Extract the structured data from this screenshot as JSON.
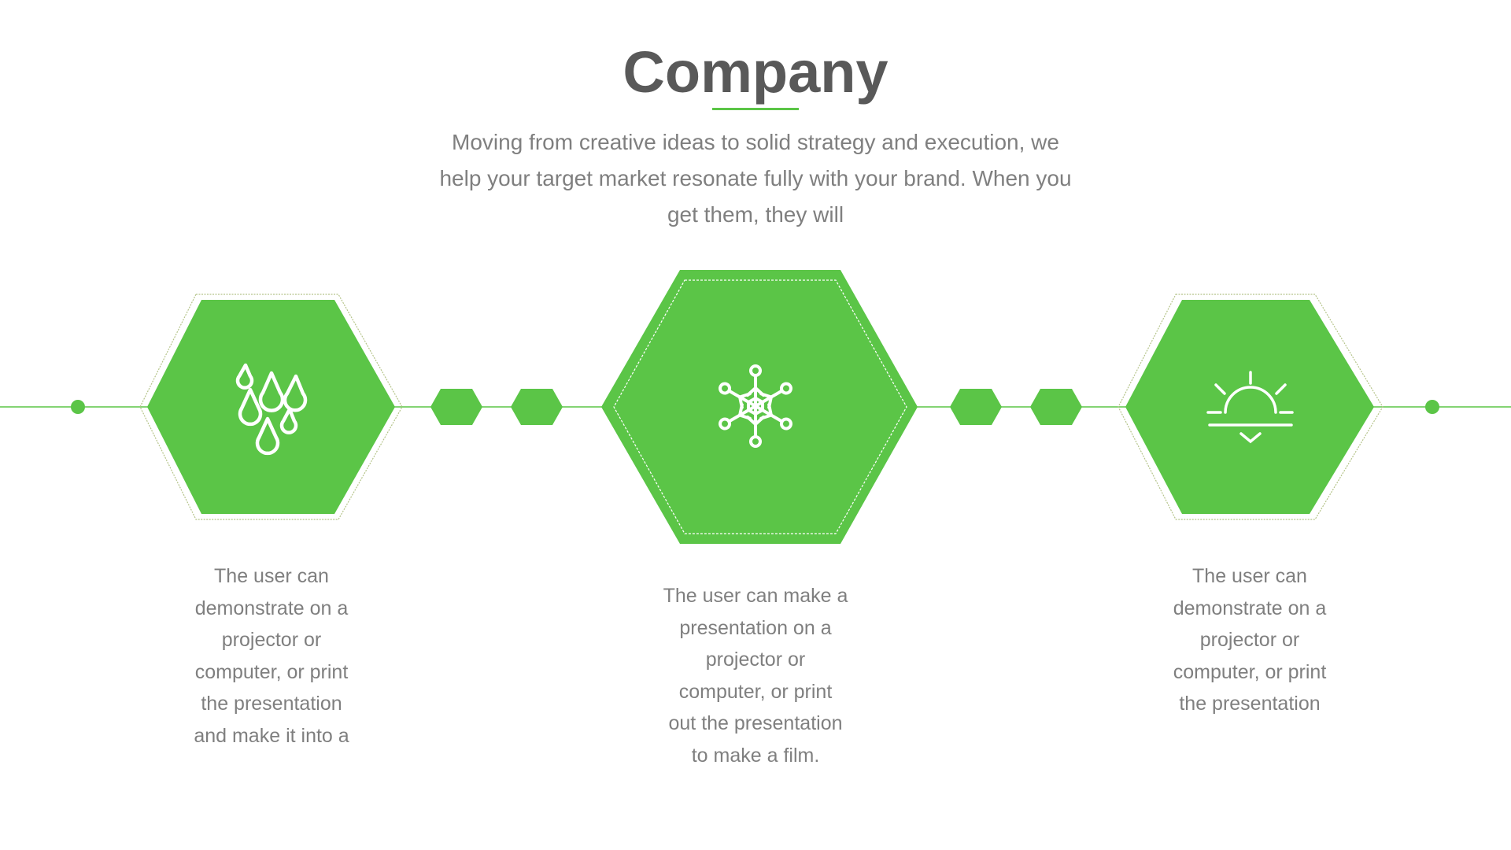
{
  "slide": {
    "title": "Company",
    "subtitle_lines": [
      "Moving from creative ideas to solid strategy and execution, we",
      "help your target market resonate fully with your brand. When you",
      "get them, they will"
    ],
    "colors": {
      "accent": "#5bc547",
      "title": "#595959",
      "body_text": "#7f7f7f",
      "outline": "#b5c48a"
    }
  },
  "items": [
    {
      "icon": "raindrops-icon",
      "caption_lines": [
        "The user can",
        "demonstrate on a",
        "projector or",
        "computer, or print",
        "the presentation",
        "and make it into a"
      ]
    },
    {
      "icon": "snowflake-icon",
      "caption_lines": [
        "The user can make a",
        "presentation on a",
        "projector or",
        "computer, or print",
        "out the presentation",
        "to make a film."
      ]
    },
    {
      "icon": "sunset-icon",
      "caption_lines": [
        "The user can",
        "demonstrate on a",
        "projector or",
        "computer, or print",
        "the presentation"
      ]
    }
  ]
}
